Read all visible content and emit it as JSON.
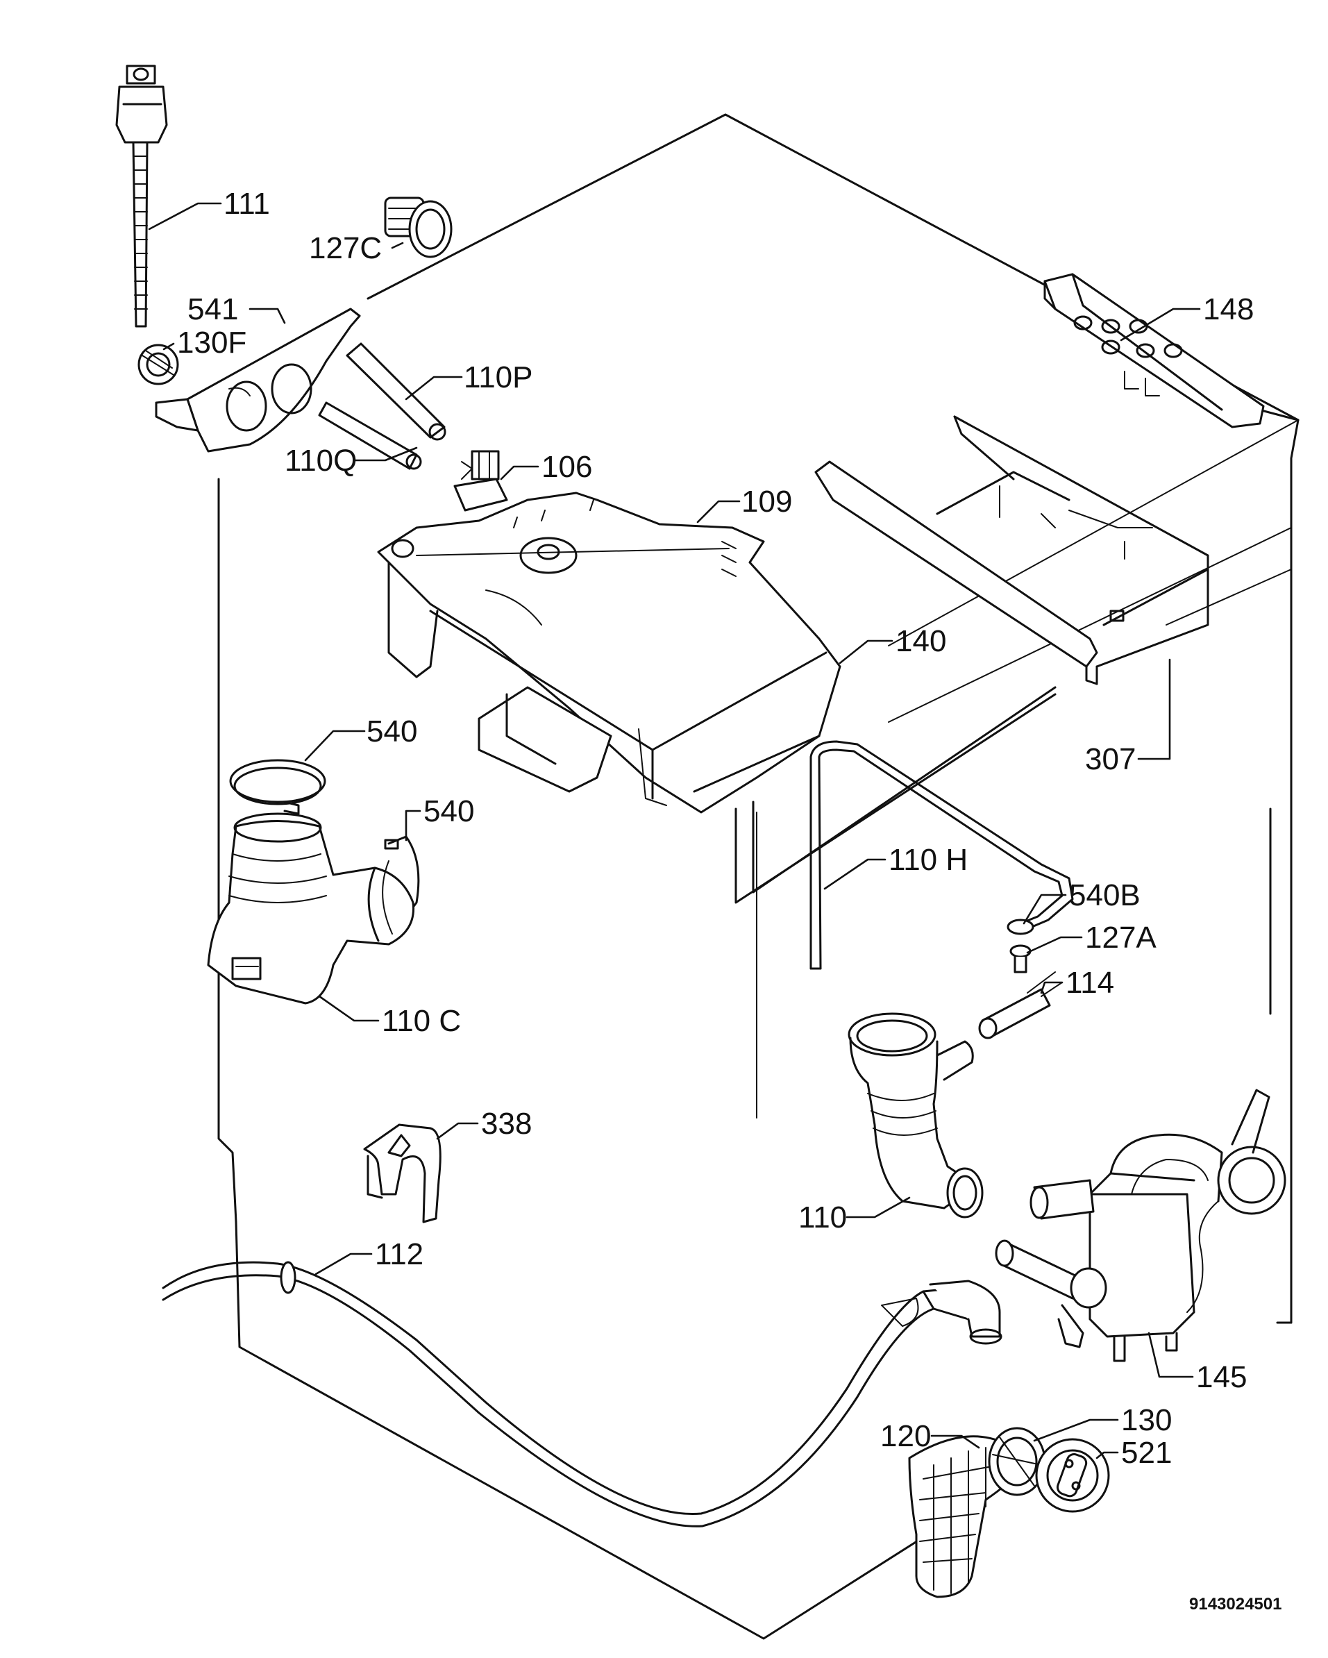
{
  "labels": {
    "p111": "111",
    "p127c": "127C",
    "p541": "541",
    "p130f": "130F",
    "p110p": "110P",
    "p110q": "110Q",
    "p106": "106",
    "p109": "109",
    "p148": "148",
    "p140": "140",
    "p307": "307",
    "p540a": "540",
    "p540b": "540",
    "p110h": "110 H",
    "p540B": "540B",
    "p127a": "127A",
    "p114": "114",
    "p110c": "110 C",
    "p338": "338",
    "p110": "110",
    "p112": "112",
    "p145": "145",
    "p130": "130",
    "p120": "120",
    "p521": "521"
  },
  "document_number": "9143024501"
}
